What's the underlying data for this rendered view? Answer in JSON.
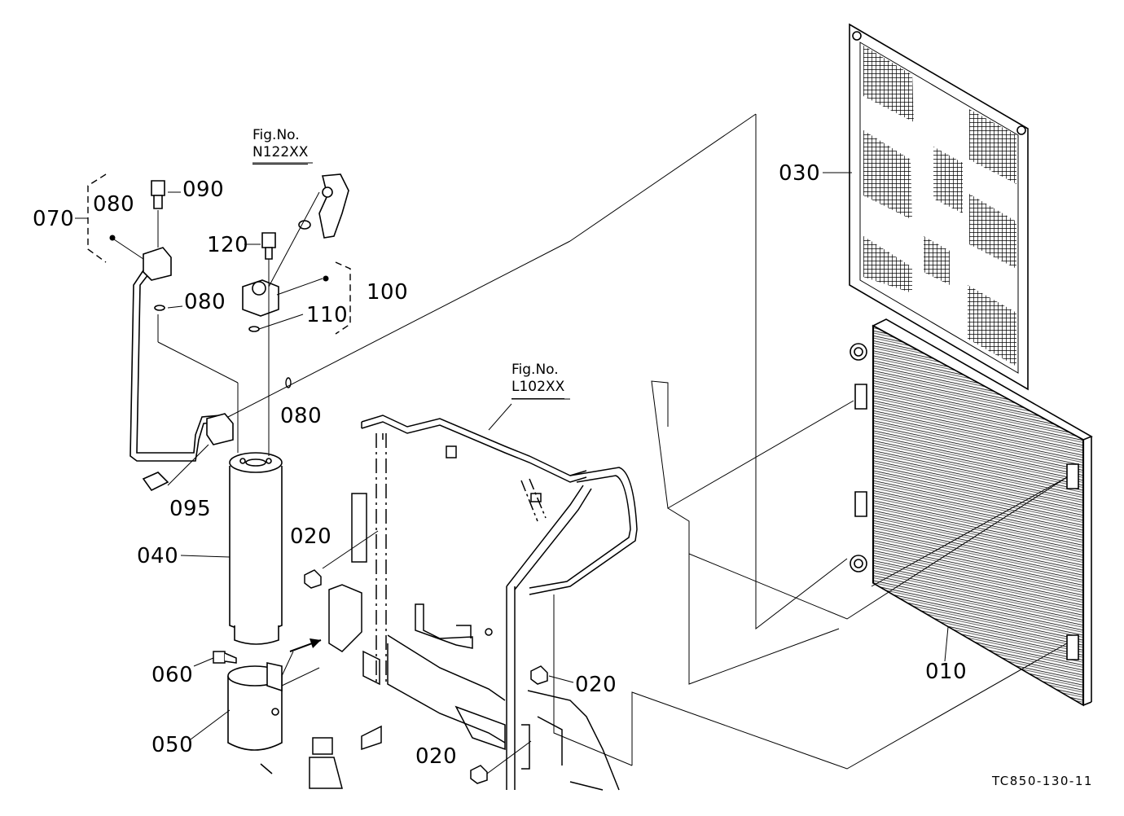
{
  "figure_refs": [
    {
      "line1": "Fig.No.",
      "line2": "N122XX"
    },
    {
      "line1": "Fig.No.",
      "line2": "L102XX"
    }
  ],
  "part_labels": {
    "p070": "070",
    "p080_top": "080",
    "p090": "090",
    "p080_mid": "080",
    "p120": "120",
    "p100": "100",
    "p110": "110",
    "p080_low": "080",
    "p095": "095",
    "p040": "040",
    "p020_a": "020",
    "p020_b": "020",
    "p020_c": "020",
    "p060": "060",
    "p050": "050",
    "p030": "030",
    "p010": "010"
  },
  "drawing_code": "TC850-130-11"
}
